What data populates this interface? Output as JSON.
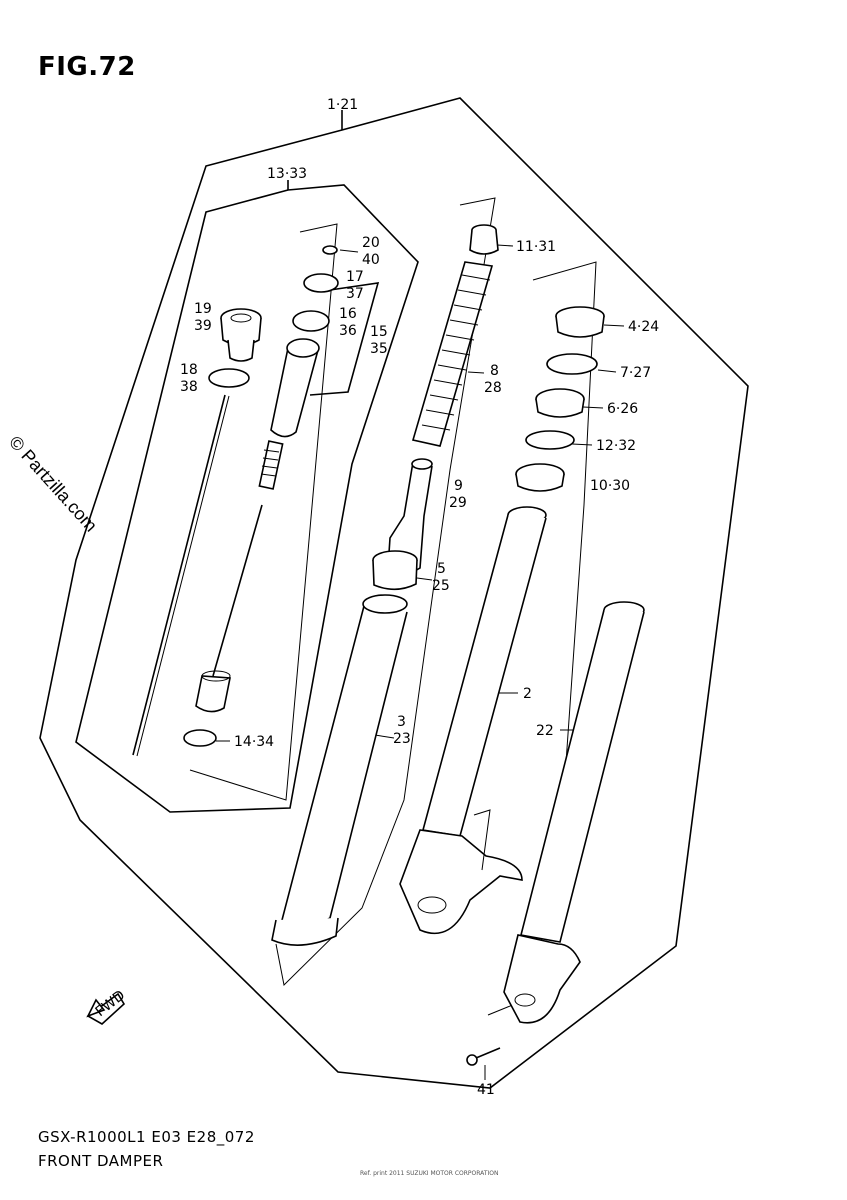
{
  "figure": {
    "title": "FIG.72",
    "code": "GSX-R1000L1 E03 E28_072",
    "name": "FRONT DAMPER"
  },
  "watermark": "© Partzilla.com",
  "fineprint": "Ref. print 2011 SUZUKI MOTOR CORPORATION",
  "arrow_label": "FWD",
  "callouts": {
    "c1": "1·21",
    "c13": "13·33",
    "c20": "20",
    "c40": "40",
    "c17": "17",
    "c37": "37",
    "c19": "19",
    "c39": "39",
    "c16": "16",
    "c36": "36",
    "c15": "15",
    "c35": "35",
    "c18": "18",
    "c38": "38",
    "c14": "14·34",
    "c11": "11·31",
    "c8": "8",
    "c28": "28",
    "c9": "9",
    "c29": "29",
    "c5": "5",
    "c25": "25",
    "c3": "3",
    "c23": "23",
    "c4": "4·24",
    "c7": "7·27",
    "c6": "6·26",
    "c12": "12·32",
    "c10": "10·30",
    "c2": "2",
    "c22": "22",
    "c41": "41"
  }
}
